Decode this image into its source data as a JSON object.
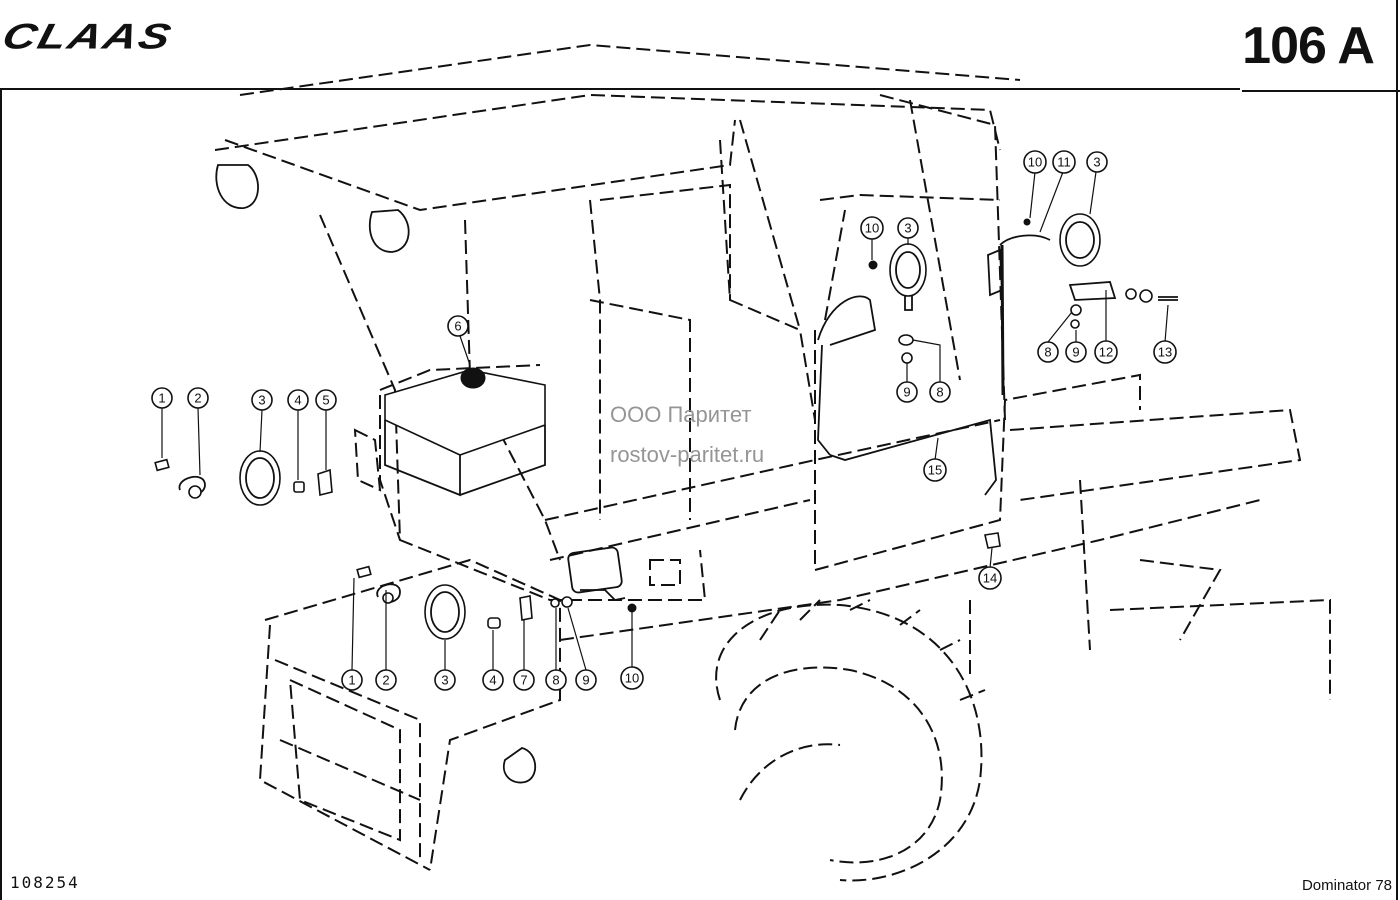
{
  "header": {
    "brand": "CLAAS",
    "page_number": "106 A"
  },
  "footer": {
    "drawing_number": "108254",
    "model": "Dominator 78"
  },
  "watermark": {
    "line1": "ООО Паритет",
    "line2": "rostov-paritet.ru"
  },
  "callouts": {
    "left_1": "1",
    "left_2": "2",
    "left_3": "3",
    "left_4": "4",
    "left_5": "5",
    "top_6": "6",
    "front_1": "1",
    "front_2": "2",
    "front_3": "3",
    "front_4": "4",
    "front_7": "7",
    "front_8": "8",
    "front_9": "9",
    "front_10": "10",
    "mid_10": "10",
    "mid_3": "3",
    "mid_9": "9",
    "mid_8": "8",
    "right_10": "10",
    "right_11": "11",
    "right_3": "3",
    "right_8": "8",
    "right_9": "9",
    "right_12": "12",
    "right_13": "13",
    "part_14": "14",
    "part_15": "15"
  }
}
